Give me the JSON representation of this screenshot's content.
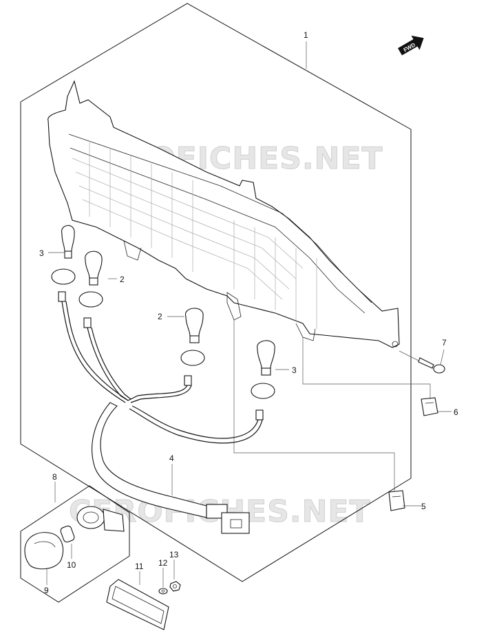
{
  "watermark": "CEROFICHES.NET",
  "fwd_label": "FWD",
  "callouts": {
    "c1": "1",
    "c2a": "2",
    "c2b": "2",
    "c3a": "3",
    "c3b": "3",
    "c4": "4",
    "c5": "5",
    "c6": "6",
    "c7": "7",
    "c8": "8",
    "c9": "9",
    "c10": "10",
    "c11": "11",
    "c12": "12",
    "c13": "13"
  }
}
